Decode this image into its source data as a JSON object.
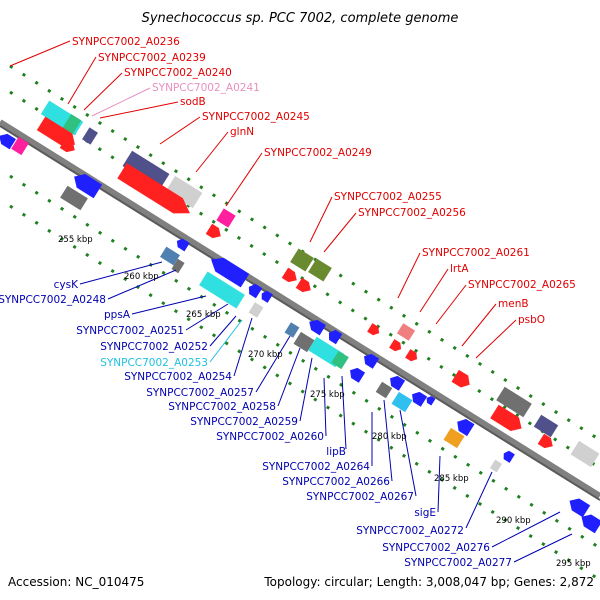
{
  "title": "Synechococcus sp. PCC 7002, complete genome",
  "footer": {
    "accession": "Accession: NC_010475",
    "summary": "Topology: circular; Length: 3,008,047 bp; Genes: 2,872"
  },
  "colors": {
    "forward_label": "#e00000",
    "reverse_label": "#0000b0",
    "highlight_pink": "#e890c0",
    "highlight_cyan": "#20c0e0",
    "backbone": "#808080",
    "tick_dots": "#208020"
  },
  "kbp_ticks": [
    "255 kbp",
    "260 kbp",
    "265 kbp",
    "270 kbp",
    "275 kbp",
    "280 kbp",
    "285 kbp",
    "290 kbp",
    "295 kbp"
  ],
  "forward_labels": [
    "SYNPCC7002_A0236",
    "SYNPCC7002_A0239",
    "SYNPCC7002_A0240",
    "SYNPCC7002_A0241",
    "sodB",
    "SYNPCC7002_A0245",
    "glnN",
    "SYNPCC7002_A0249",
    "SYNPCC7002_A0255",
    "SYNPCC7002_A0256",
    "SYNPCC7002_A0261",
    "lrtA",
    "SYNPCC7002_A0265",
    "menB",
    "psbO"
  ],
  "reverse_labels": [
    "cysK",
    "SYNPCC7002_A0248",
    "ppsA",
    "SYNPCC7002_A0251",
    "SYNPCC7002_A0252",
    "SYNPCC7002_A0253",
    "SYNPCC7002_A0254",
    "SYNPCC7002_A0257",
    "SYNPCC7002_A0258",
    "SYNPCC7002_A0259",
    "SYNPCC7002_A0260",
    "lipB",
    "SYNPCC7002_A0264",
    "SYNPCC7002_A0266",
    "SYNPCC7002_A0267",
    "sigE",
    "SYNPCC7002_A0272",
    "SYNPCC7002_A0276",
    "SYNPCC7002_A0277"
  ]
}
